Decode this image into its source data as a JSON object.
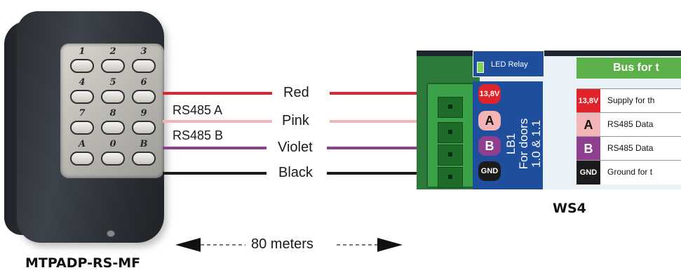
{
  "device": {
    "name": "MTPADP-RS-MF",
    "keys": [
      "1",
      "2",
      "3",
      "4",
      "5",
      "6",
      "7",
      "8",
      "9",
      "A",
      "0",
      "B"
    ]
  },
  "wires": [
    {
      "label": "Red",
      "color": "#e0232a"
    },
    {
      "label": "Pink",
      "color": "#f2b4b4"
    },
    {
      "label": "Violet",
      "color": "#8e3f8f"
    },
    {
      "label": "Black",
      "color": "#1b1b1b"
    }
  ],
  "signals": {
    "a": "RS485 A",
    "b": "RS485 B"
  },
  "distance": "80 meters",
  "board": {
    "name": "WS4",
    "relay_label": "LED Relay",
    "connector_label": "LB1",
    "doors_label": "For doors",
    "doors_value": "1.0 & 1.1",
    "terminals": [
      {
        "label": "13,8V",
        "color": "#e0232a",
        "text_color": "#ffffff"
      },
      {
        "label": "A",
        "color": "#f2b4b4",
        "text_color": "#111111"
      },
      {
        "label": "B",
        "color": "#8e3f8f",
        "text_color": "#ffffff"
      },
      {
        "label": "GND",
        "color": "#1b1b1b",
        "text_color": "#ffffff"
      }
    ],
    "table_title": "Bus for t",
    "table_rows": [
      {
        "badge": "13,8V",
        "text": "Supply for th"
      },
      {
        "badge": "A",
        "text": "RS485 Data"
      },
      {
        "badge": "B",
        "text": "RS485 Data"
      },
      {
        "badge": "GND",
        "text": "Ground for t"
      }
    ]
  }
}
